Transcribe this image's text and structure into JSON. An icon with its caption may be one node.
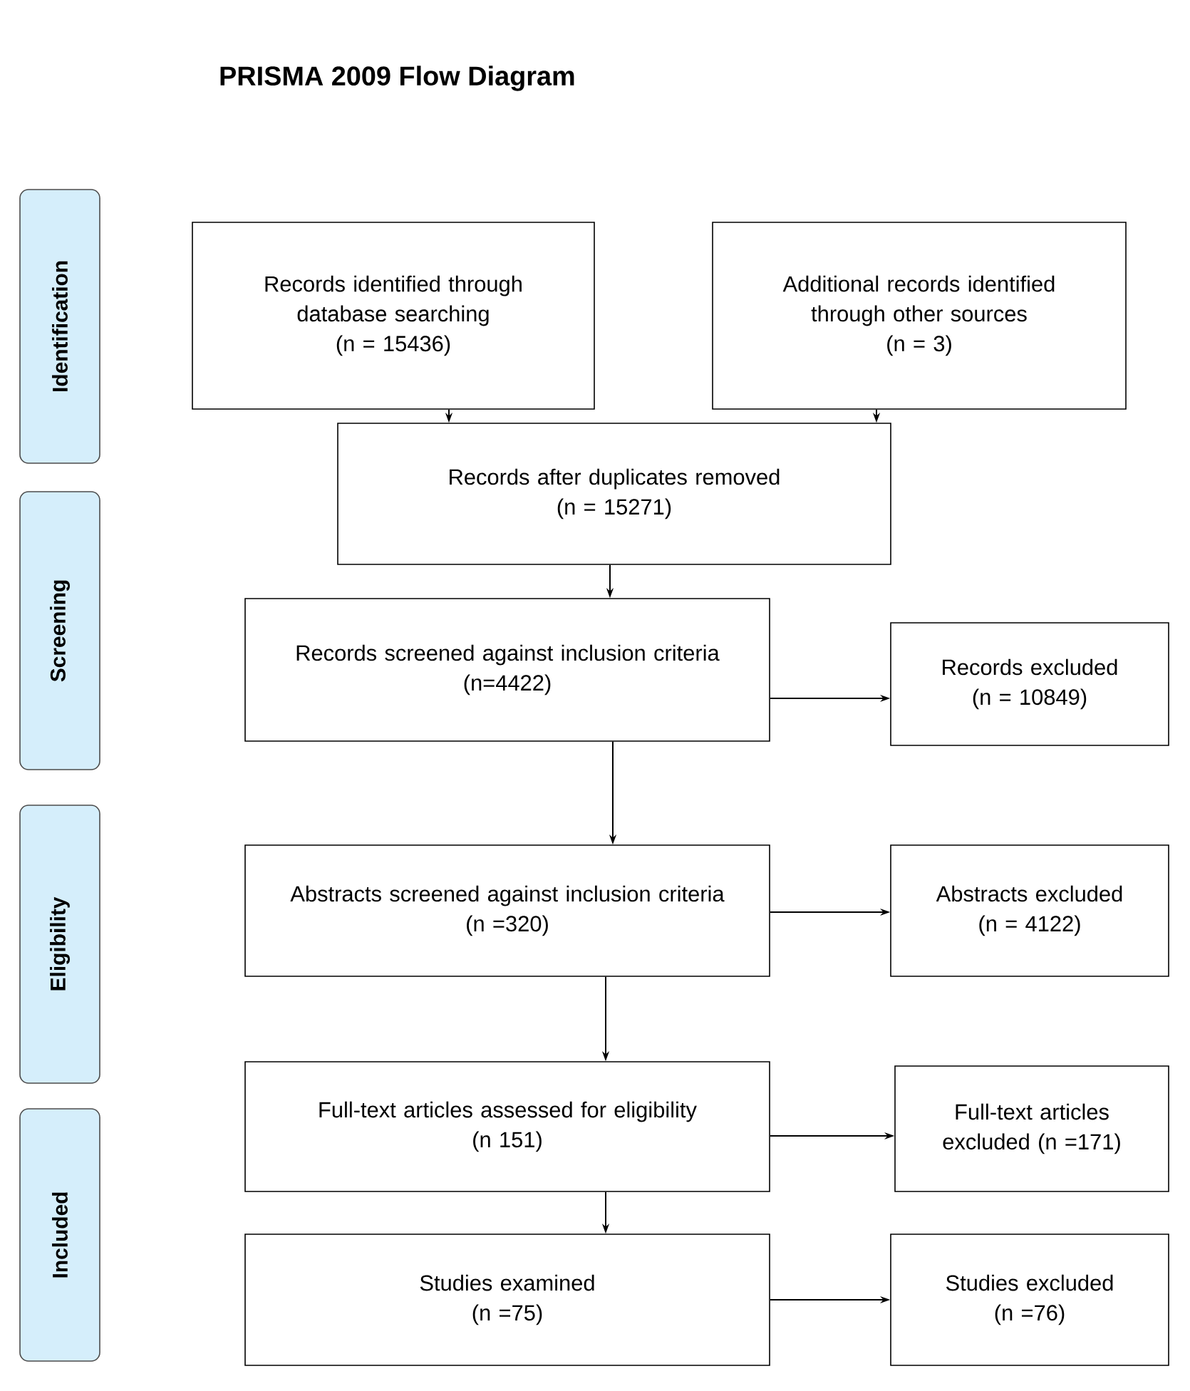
{
  "diagram": {
    "title": "PRISMA 2009 Flow Diagram",
    "nodes": [
      {
        "text": [
          "Identification"
        ]
      },
      {
        "text": [
          "Screening"
        ]
      },
      {
        "text": [
          "Eligibility"
        ]
      },
      {
        "text": [
          "Included"
        ]
      },
      {
        "text": [
          "Records identified through database searching",
          "(n = 15436)"
        ]
      },
      {
        "text": [
          "Additional records identified through other sources",
          "(n = 3)"
        ]
      },
      {
        "text": [
          "Records after duplicates removed",
          "(n = 15271)"
        ]
      },
      {
        "text": [
          "Records screened against inclusion criteria",
          "(n=4422)"
        ]
      },
      {
        "text": [
          "Records excluded",
          "(n = 10849)"
        ]
      },
      {
        "text": [
          "Abstracts screened against inclusion criteria",
          "(n =320)"
        ]
      },
      {
        "text": [
          "Abstracts excluded",
          "(n = 4122)"
        ]
      },
      {
        "text": [
          "Full-text articles assessed for eligibility",
          "(n 151)"
        ]
      },
      {
        "text": [
          "Full-text articles excluded (n =171)"
        ]
      },
      {
        "text": [
          "Studies examined",
          "(n =75)"
        ]
      },
      {
        "text": [
          "Studies excluded",
          "(n =76)"
        ]
      }
    ],
    "edges": [
      {
        "from": 4,
        "to": 6,
        "arrow": "to"
      },
      {
        "from": 5,
        "to": 6,
        "arrow": "to"
      },
      {
        "from": 6,
        "to": 7,
        "arrow": "to"
      },
      {
        "from": 7,
        "to": 8,
        "arrow": "to"
      },
      {
        "from": 7,
        "to": 9,
        "arrow": "to"
      },
      {
        "from": 9,
        "to": 10,
        "arrow": "to"
      },
      {
        "from": 9,
        "to": 11,
        "arrow": "to"
      },
      {
        "from": 11,
        "to": 12,
        "arrow": "to"
      },
      {
        "from": 11,
        "to": 13,
        "arrow": "to"
      },
      {
        "from": 13,
        "to": 14,
        "arrow": "to"
      }
    ]
  }
}
